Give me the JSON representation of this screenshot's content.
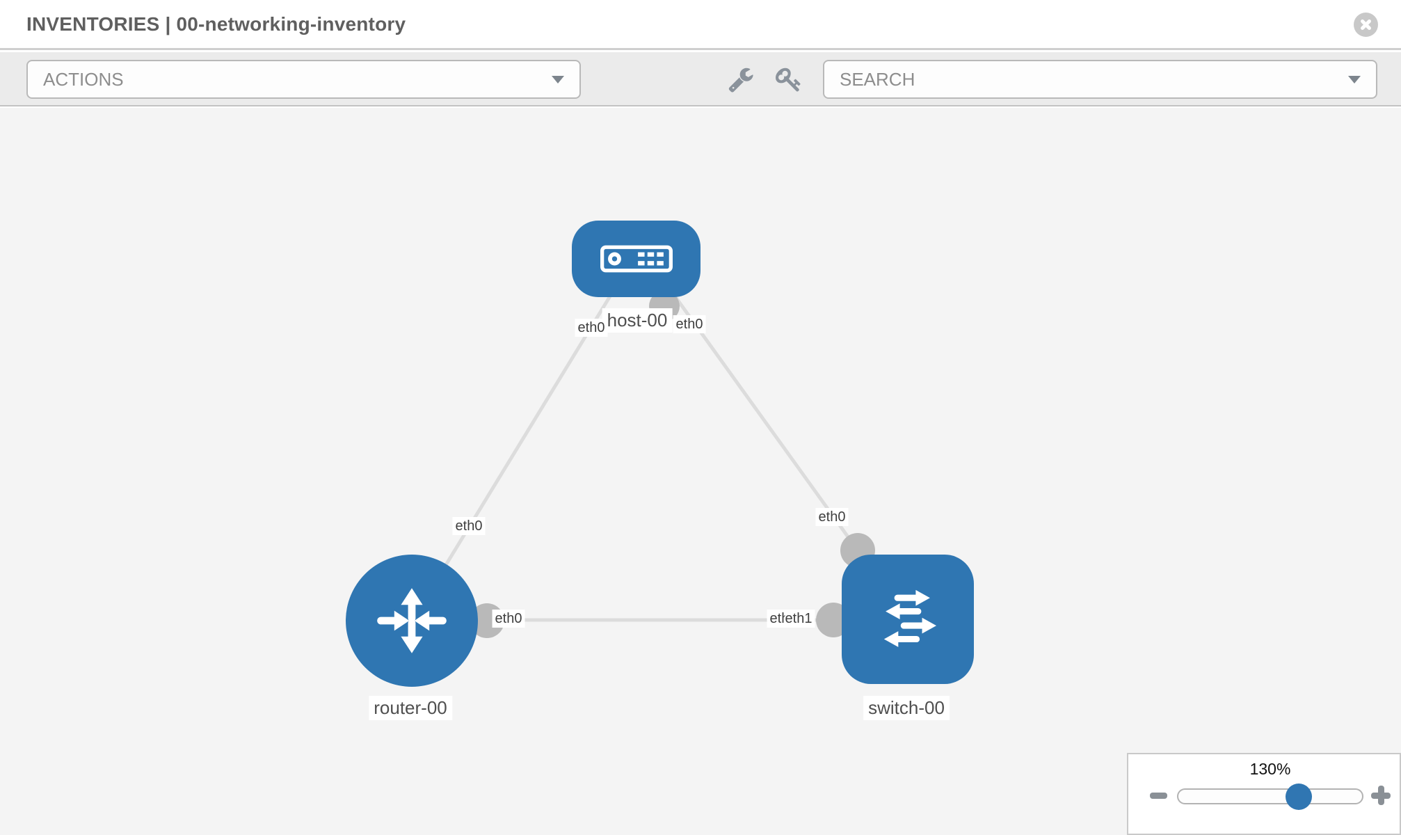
{
  "header": {
    "title": "INVENTORIES | 00-networking-inventory"
  },
  "toolbar": {
    "actions_label": "ACTIONS",
    "search_label": "SEARCH",
    "tool_icons": [
      "wrench-icon",
      "key-icon"
    ]
  },
  "topology": {
    "nodes": [
      {
        "id": "host-00",
        "type": "host",
        "label": "host-00"
      },
      {
        "id": "router-00",
        "type": "router",
        "label": "router-00"
      },
      {
        "id": "switch-00",
        "type": "switch",
        "label": "switch-00"
      }
    ],
    "links": [
      {
        "source": "host-00",
        "target": "router-00",
        "source_interface": "eth0",
        "target_interface": "eth0"
      },
      {
        "source": "host-00",
        "target": "switch-00",
        "source_interface": "eth0",
        "target_interface": "eth0"
      },
      {
        "source": "router-00",
        "target": "switch-00",
        "source_interface": "eth0",
        "target_interface": "eth1"
      }
    ]
  },
  "labels": {
    "host_left_if": "eth0",
    "host_right_if": "eth0",
    "router_top_if": "eth0",
    "router_right_if": "eth0",
    "switch_top_if": "eth0",
    "switch_left_if_back": "eth0",
    "switch_left_if_front": "eth1"
  },
  "zoom": {
    "level": "130%"
  },
  "colors": {
    "node_blue": "#2f76b2",
    "link_gray": "#dcdcdc",
    "connector_gray": "#b9b9b9",
    "handle_blue": "#3076b2"
  }
}
